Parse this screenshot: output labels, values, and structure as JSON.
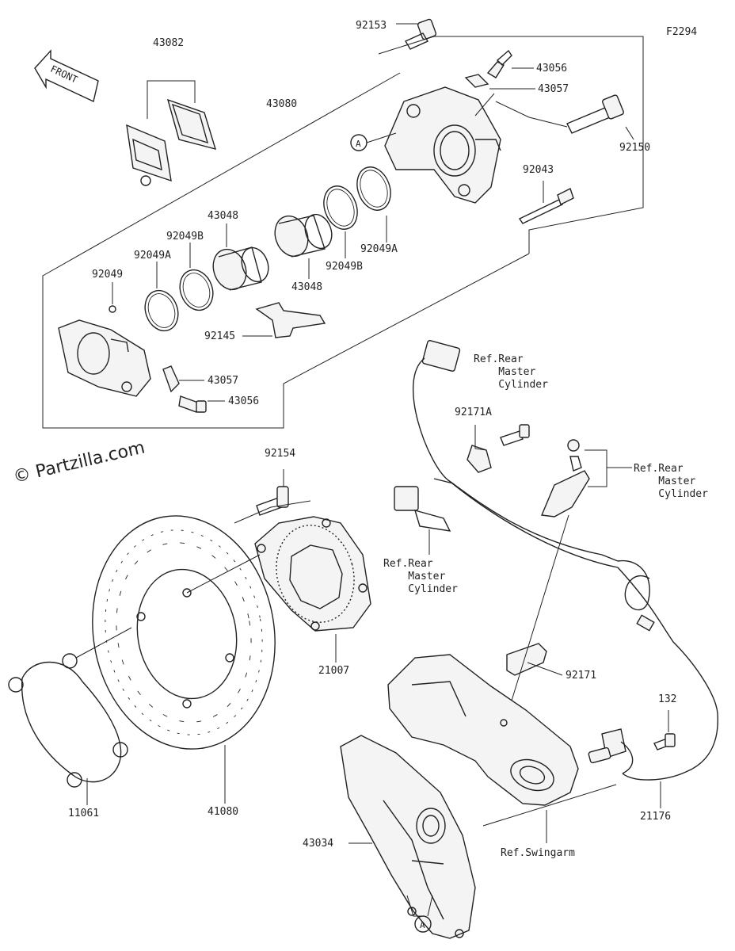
{
  "diagram": {
    "figure_code": "F2294",
    "front_label": "FRONT",
    "watermark": "© Partzilla.com",
    "callout_marker": "A",
    "part_numbers": {
      "p92153": "92153",
      "p43082": "43082",
      "p43080": "43080",
      "p43056_top": "43056",
      "p43057_top": "43057",
      "p92150": "92150",
      "p92043": "92043",
      "p43048_top": "43048",
      "p92049B_top": "92049B",
      "p92049A_top": "92049A",
      "p92049": "92049",
      "p92049A_right": "92049A",
      "p92049B_right": "92049B",
      "p43048_mid": "43048",
      "p92145": "92145",
      "p43057_bot": "43057",
      "p43056_bot": "43056",
      "p92154": "92154",
      "p92171A": "92171A",
      "p21007": "21007",
      "p92171": "92171",
      "p132": "132",
      "p11061": "11061",
      "p41080": "41080",
      "p21176": "21176",
      "p43034": "43034"
    },
    "references": {
      "ref_rear_master_1": "Ref.Rear\n    Master\n    Cylinder",
      "ref_rear_master_2": "Ref.Rear\n    Master\n    Cylinder",
      "ref_rear_master_3": "Ref.Rear\n    Master\n    Cylinder",
      "ref_swingarm": "Ref.Swingarm"
    }
  }
}
